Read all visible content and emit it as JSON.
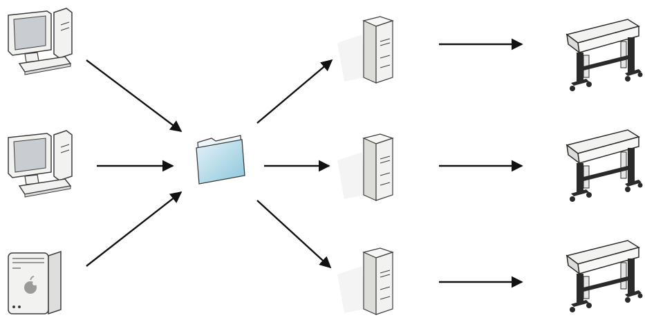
{
  "diagram": {
    "nodes": {
      "clients": [
        {
          "icon": "desktop-pc-icon"
        },
        {
          "icon": "desktop-pc-icon"
        },
        {
          "icon": "mac-tower-icon"
        }
      ],
      "hub": {
        "icon": "folder-icon"
      },
      "servers": [
        {
          "icon": "server-tower-icon"
        },
        {
          "icon": "server-tower-icon"
        },
        {
          "icon": "server-tower-icon"
        }
      ],
      "printers": [
        {
          "icon": "large-format-printer-icon"
        },
        {
          "icon": "large-format-printer-icon"
        },
        {
          "icon": "large-format-printer-icon"
        }
      ]
    },
    "edges": [
      {
        "from": "client-1",
        "to": "folder"
      },
      {
        "from": "client-2",
        "to": "folder"
      },
      {
        "from": "client-3",
        "to": "folder"
      },
      {
        "from": "folder",
        "to": "server-1"
      },
      {
        "from": "folder",
        "to": "server-2"
      },
      {
        "from": "folder",
        "to": "server-3"
      },
      {
        "from": "server-1",
        "to": "printer-1"
      },
      {
        "from": "server-2",
        "to": "printer-2"
      },
      {
        "from": "server-3",
        "to": "printer-3"
      }
    ],
    "colors": {
      "arrow": "#111111",
      "device_body": "#f2f2f0",
      "device_outline": "#3a3a3a",
      "screen": "#c9cdd2",
      "folder_fill": "#b9dcea",
      "printer_frame": "#2a2a2a"
    }
  }
}
